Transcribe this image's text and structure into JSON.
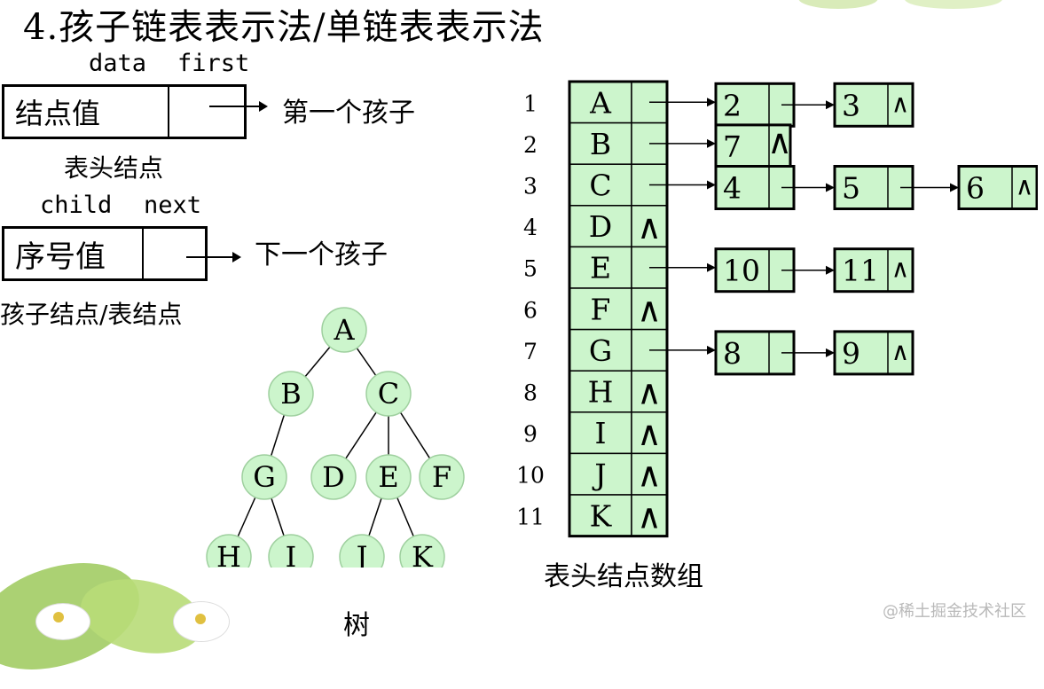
{
  "title": "4.孩子链表表示法/单链表表示法",
  "head_node": {
    "field_labels": [
      "data",
      "first"
    ],
    "value_label": "结点值",
    "arrow_text": "第一个孩子",
    "caption": "表头结点"
  },
  "child_node": {
    "field_labels": [
      "child",
      "next"
    ],
    "value_label": "序号值",
    "arrow_text": "下一个孩子",
    "caption": "孩子结点/表结点"
  },
  "tree": {
    "caption": "树",
    "nodes": [
      "A",
      "B",
      "C",
      "G",
      "D",
      "E",
      "F",
      "H",
      "I",
      "J",
      "K"
    ],
    "edges": [
      [
        "A",
        "B"
      ],
      [
        "A",
        "C"
      ],
      [
        "B",
        "G"
      ],
      [
        "C",
        "D"
      ],
      [
        "C",
        "E"
      ],
      [
        "C",
        "F"
      ],
      [
        "G",
        "H"
      ],
      [
        "G",
        "I"
      ],
      [
        "E",
        "J"
      ],
      [
        "E",
        "K"
      ]
    ]
  },
  "head_array": {
    "caption": "表头结点数组",
    "null_symbol": "∧",
    "rows": [
      {
        "index": "1",
        "data": "A",
        "children": [
          "2",
          "3"
        ]
      },
      {
        "index": "2",
        "data": "B",
        "children": [
          "7"
        ]
      },
      {
        "index": "3",
        "data": "C",
        "children": [
          "4",
          "5",
          "6"
        ]
      },
      {
        "index": "4",
        "data": "D",
        "children": []
      },
      {
        "index": "5",
        "data": "E",
        "children": [
          "10",
          "11"
        ]
      },
      {
        "index": "6",
        "data": "F",
        "children": []
      },
      {
        "index": "7",
        "data": "G",
        "children": [
          "8",
          "9"
        ]
      },
      {
        "index": "8",
        "data": "H",
        "children": []
      },
      {
        "index": "9",
        "data": "I",
        "children": []
      },
      {
        "index": "10",
        "data": "J",
        "children": []
      },
      {
        "index": "11",
        "data": "K",
        "children": []
      }
    ]
  },
  "colors": {
    "node_fill": "#ccf5cc",
    "cell_fill": "#ccf5cc",
    "border": "#000000",
    "leaf_green": "#8fbf4a"
  },
  "watermark": "@稀土掘金技术社区"
}
